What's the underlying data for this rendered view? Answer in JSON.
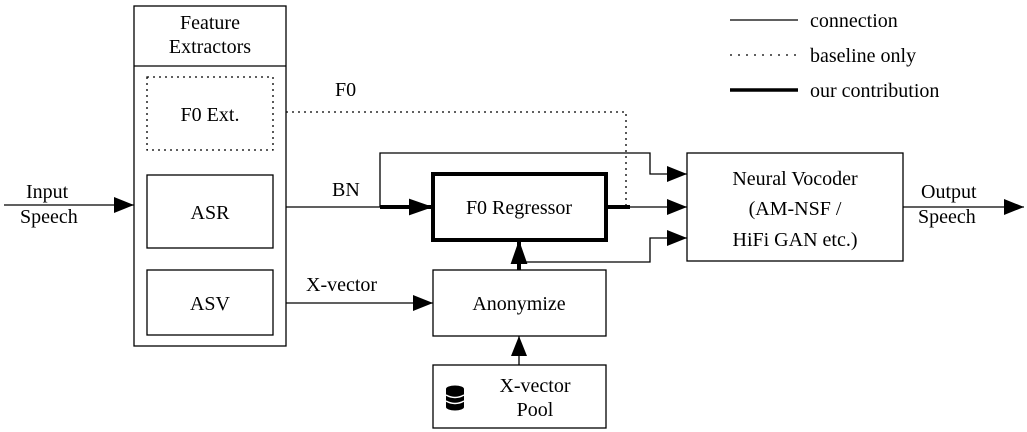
{
  "legend": {
    "connection": "connection",
    "baseline_only": "baseline only",
    "our_contribution": "our contribution"
  },
  "feature_extractors": {
    "title_line1": "Feature",
    "title_line2": "Extractors",
    "f0_ext": "F0 Ext.",
    "asr": "ASR",
    "asv": "ASV"
  },
  "input": {
    "line1": "Input",
    "line2": "Speech"
  },
  "output": {
    "line1": "Output",
    "line2": "Speech"
  },
  "edge_labels": {
    "f0": "F0",
    "bn": "BN",
    "xvector": "X-vector"
  },
  "f0_regressor": "F0 Regressor",
  "anonymize": "Anonymize",
  "pool": {
    "line1": "X-vector",
    "line2": "Pool",
    "icon": "database-icon"
  },
  "vocoder": {
    "line1": "Neural Vocoder",
    "line2": "(AM-NSF /",
    "line3": "HiFi GAN etc.)"
  }
}
